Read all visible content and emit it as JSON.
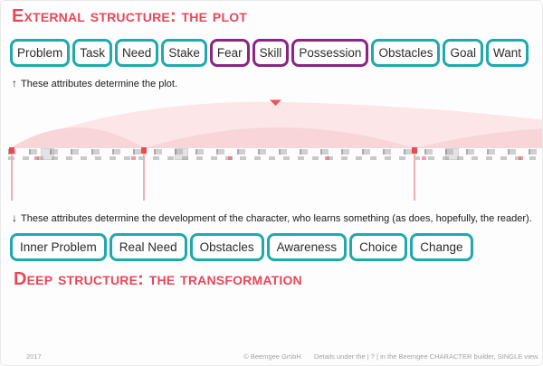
{
  "colors": {
    "accent_red": "#e8475a",
    "teal": "#1fa9ad",
    "purple": "#8b2585",
    "arc_light": "#fce6e8",
    "arc_dark": "#f8d5d8",
    "marker_red": "#e84a4f",
    "marker_line": "#f3aeb2"
  },
  "plot_section": {
    "title": "External structure: the plot",
    "caption_arrow": "↑",
    "caption": "These attributes determine the plot.",
    "attributes": [
      {
        "label": "Problem",
        "variant": "teal"
      },
      {
        "label": "Task",
        "variant": "teal"
      },
      {
        "label": "Need",
        "variant": "teal"
      },
      {
        "label": "Stake",
        "variant": "teal"
      },
      {
        "label": "Fear",
        "variant": "purple"
      },
      {
        "label": "Skill",
        "variant": "purple"
      },
      {
        "label": "Possession",
        "variant": "purple"
      },
      {
        "label": "Obstacles",
        "variant": "teal"
      },
      {
        "label": "Goal",
        "variant": "teal"
      },
      {
        "label": "Want",
        "variant": "teal"
      }
    ]
  },
  "transformation_section": {
    "title": "Deep structure: the transformation",
    "caption_arrow": "↓",
    "caption": "These attributes determine the development of the character, who learns something (as does, hopefully, the reader).",
    "attributes": [
      {
        "label": "Inner Problem",
        "variant": "teal"
      },
      {
        "label": "Real Need",
        "variant": "teal"
      },
      {
        "label": "Obstacles",
        "variant": "teal"
      },
      {
        "label": "Awareness",
        "variant": "teal"
      },
      {
        "label": "Choice",
        "variant": "teal"
      },
      {
        "label": "Change",
        "variant": "teal"
      }
    ]
  },
  "footer": {
    "year": "2017",
    "copyright": "© Beemgee GmbH",
    "note": "Details under the | ? | in the Beemgee CHARACTER builder, SINGLE view."
  }
}
